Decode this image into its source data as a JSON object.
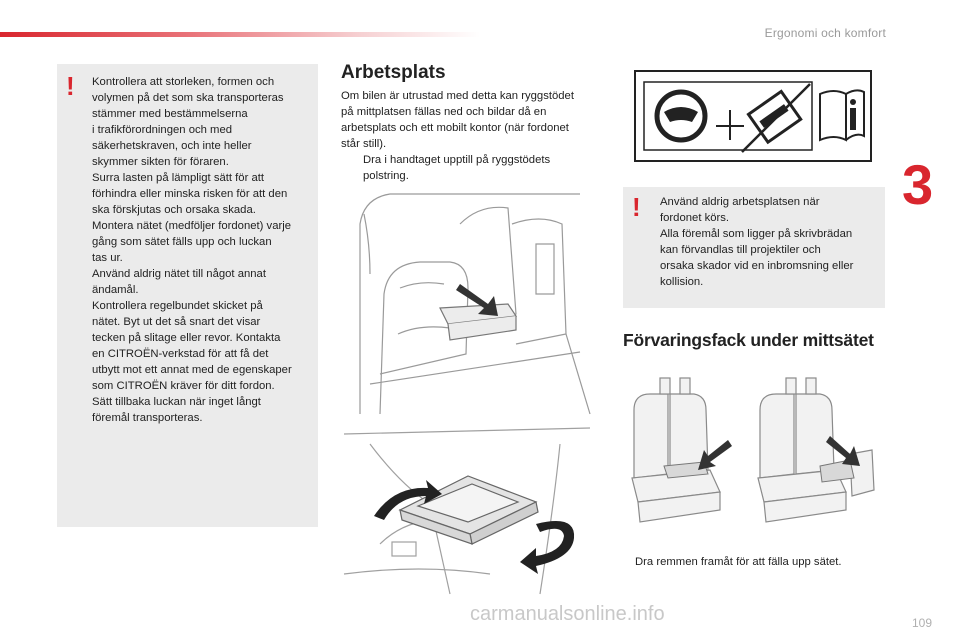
{
  "header": {
    "section": "Ergonomi och komfort",
    "chapter": "3",
    "page": "109"
  },
  "warning_left": {
    "icon": "warning-exclamation-icon",
    "lines": [
      "Kontrollera att storleken, formen och",
      "volymen på det som ska transporteras",
      "stämmer med bestämmelserna",
      "i trafikförordningen och med",
      "säkerhetskraven, och inte heller",
      "skymmer sikten för föraren.",
      "Surra lasten på lämpligt sätt för att",
      "förhindra eller minska risken för att den",
      "ska förskjutas och orsaka skada.",
      "Montera nätet (medföljer fordonet) varje",
      "gång som sätet fälls upp och luckan",
      "tas ur.",
      "Använd aldrig nätet till något annat",
      "ändamål.",
      "Kontrollera regelbundet skicket på",
      "nätet. Byt ut det så snart det visar",
      "tecken på slitage eller revor. Kontakta",
      "en CITROËN-verkstad för att få det",
      "utbytt mot ett annat med de egenskaper",
      "som CITROËN kräver för ditt fordon.",
      "Sätt tillbaka luckan när inget långt",
      "föremål transporteras."
    ]
  },
  "arbetsplats": {
    "title": "Arbetsplats",
    "lines": [
      "Om bilen är utrustad med detta kan ryggstödet",
      "på mittplatsen fällas ned och bildar då en",
      "arbetsplats och ett mobilt kontor (när fordonet",
      "står still)."
    ],
    "bullet_symbol": "",
    "bullet_lines": [
      "Dra i handtaget upptill på ryggstödets",
      "polstring."
    ]
  },
  "warning_right": {
    "icon": "warning-exclamation-icon",
    "lines": [
      "Använd aldrig arbetsplatsen när",
      "fordonet körs.",
      "Alla föremål som ligger på skrivbrädan",
      "kan förvandlas till projektiler och",
      "orsaka skador vid en inbromsning eller",
      "kollision."
    ]
  },
  "forvaringsfack": {
    "title": "Förvaringsfack under mittsätet",
    "bullet_symbol": "",
    "caption": "Dra remmen framåt för att fälla upp sätet."
  },
  "watermark": "carmanualsonline.info",
  "colors": {
    "accent": "#d9262e",
    "box": "#ebebeb"
  }
}
